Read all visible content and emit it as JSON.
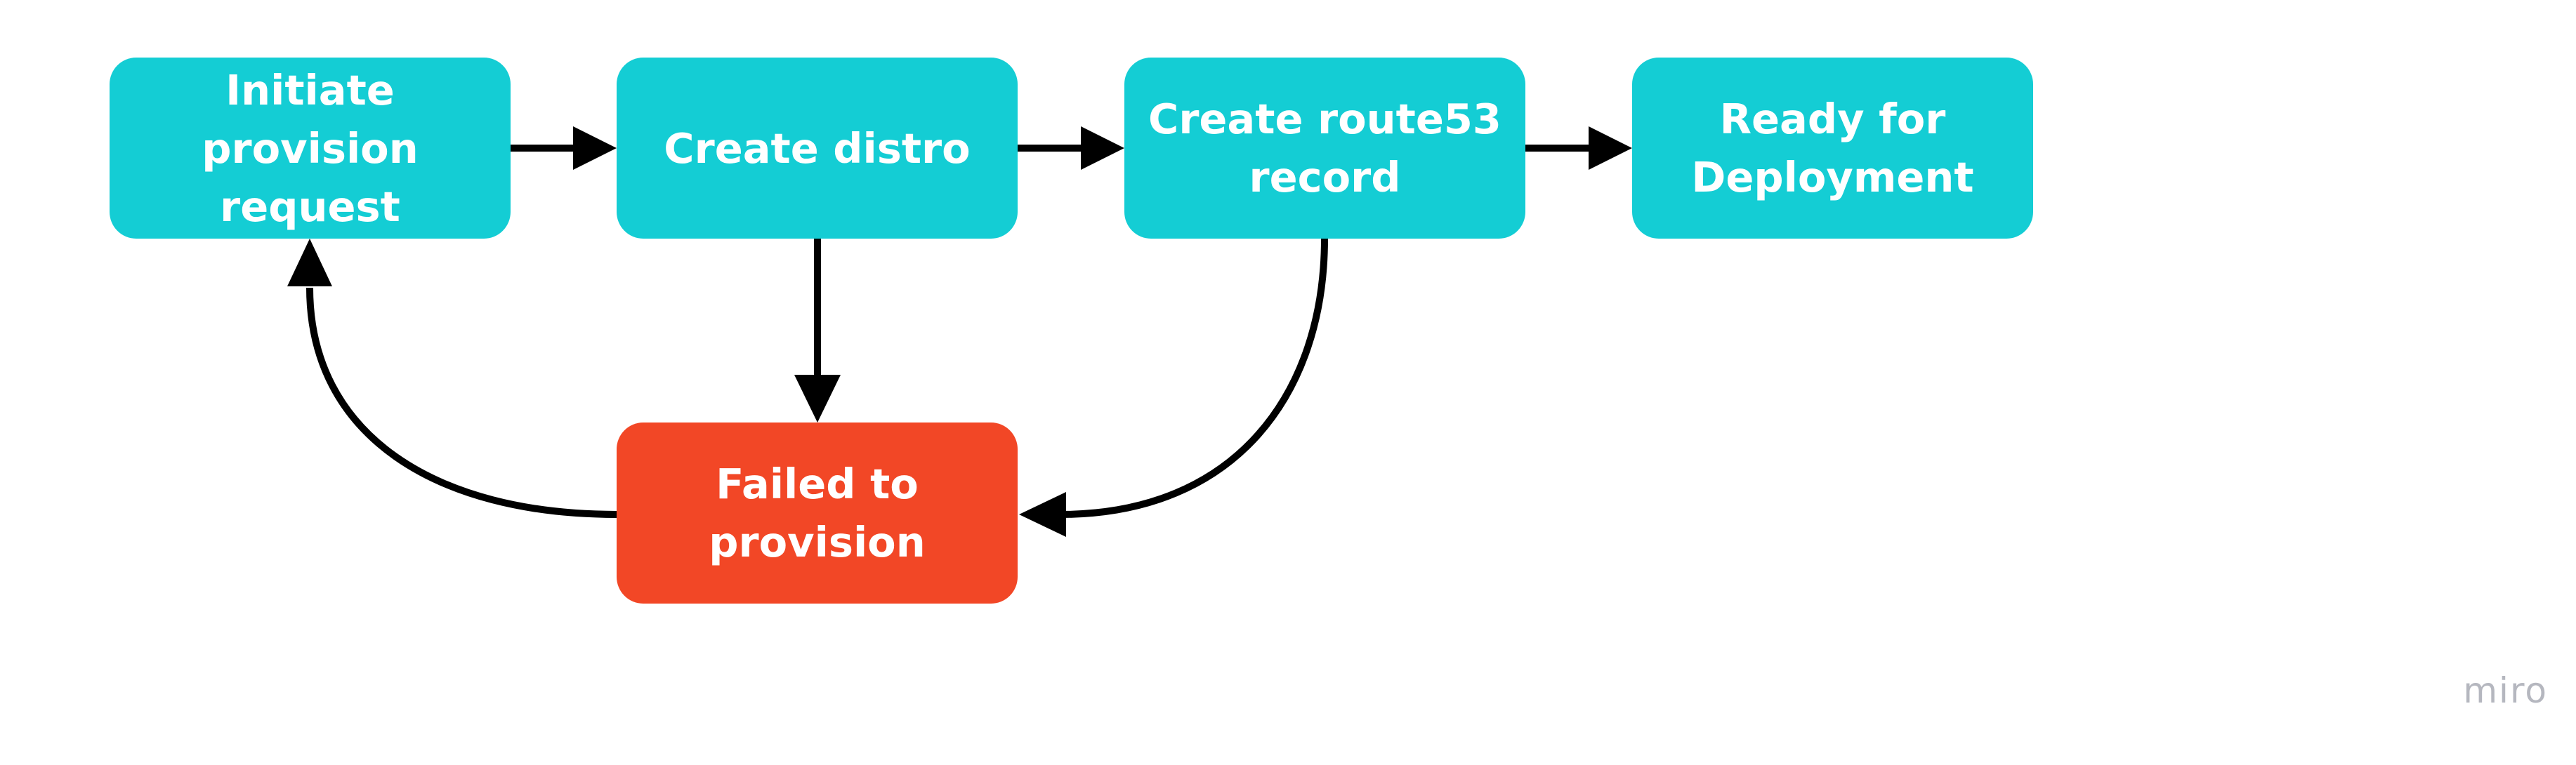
{
  "diagram": {
    "nodes": {
      "initiate": {
        "label": "Initiate provision\nrequest",
        "color": "#14cdd4"
      },
      "distro": {
        "label": "Create distro",
        "color": "#14cdd4"
      },
      "route53": {
        "label": "Create route53\nrecord",
        "color": "#14cdd4"
      },
      "ready": {
        "label": "Ready for\nDeployment",
        "color": "#14cdd4"
      },
      "failed": {
        "label": "Failed to\nprovision",
        "color": "#f24726"
      }
    },
    "edges": [
      {
        "from": "initiate",
        "to": "distro"
      },
      {
        "from": "distro",
        "to": "route53"
      },
      {
        "from": "route53",
        "to": "ready"
      },
      {
        "from": "distro",
        "to": "failed"
      },
      {
        "from": "route53",
        "to": "failed"
      },
      {
        "from": "failed",
        "to": "initiate"
      }
    ],
    "edge_color": "#000000"
  },
  "watermark": {
    "text": "miro"
  }
}
